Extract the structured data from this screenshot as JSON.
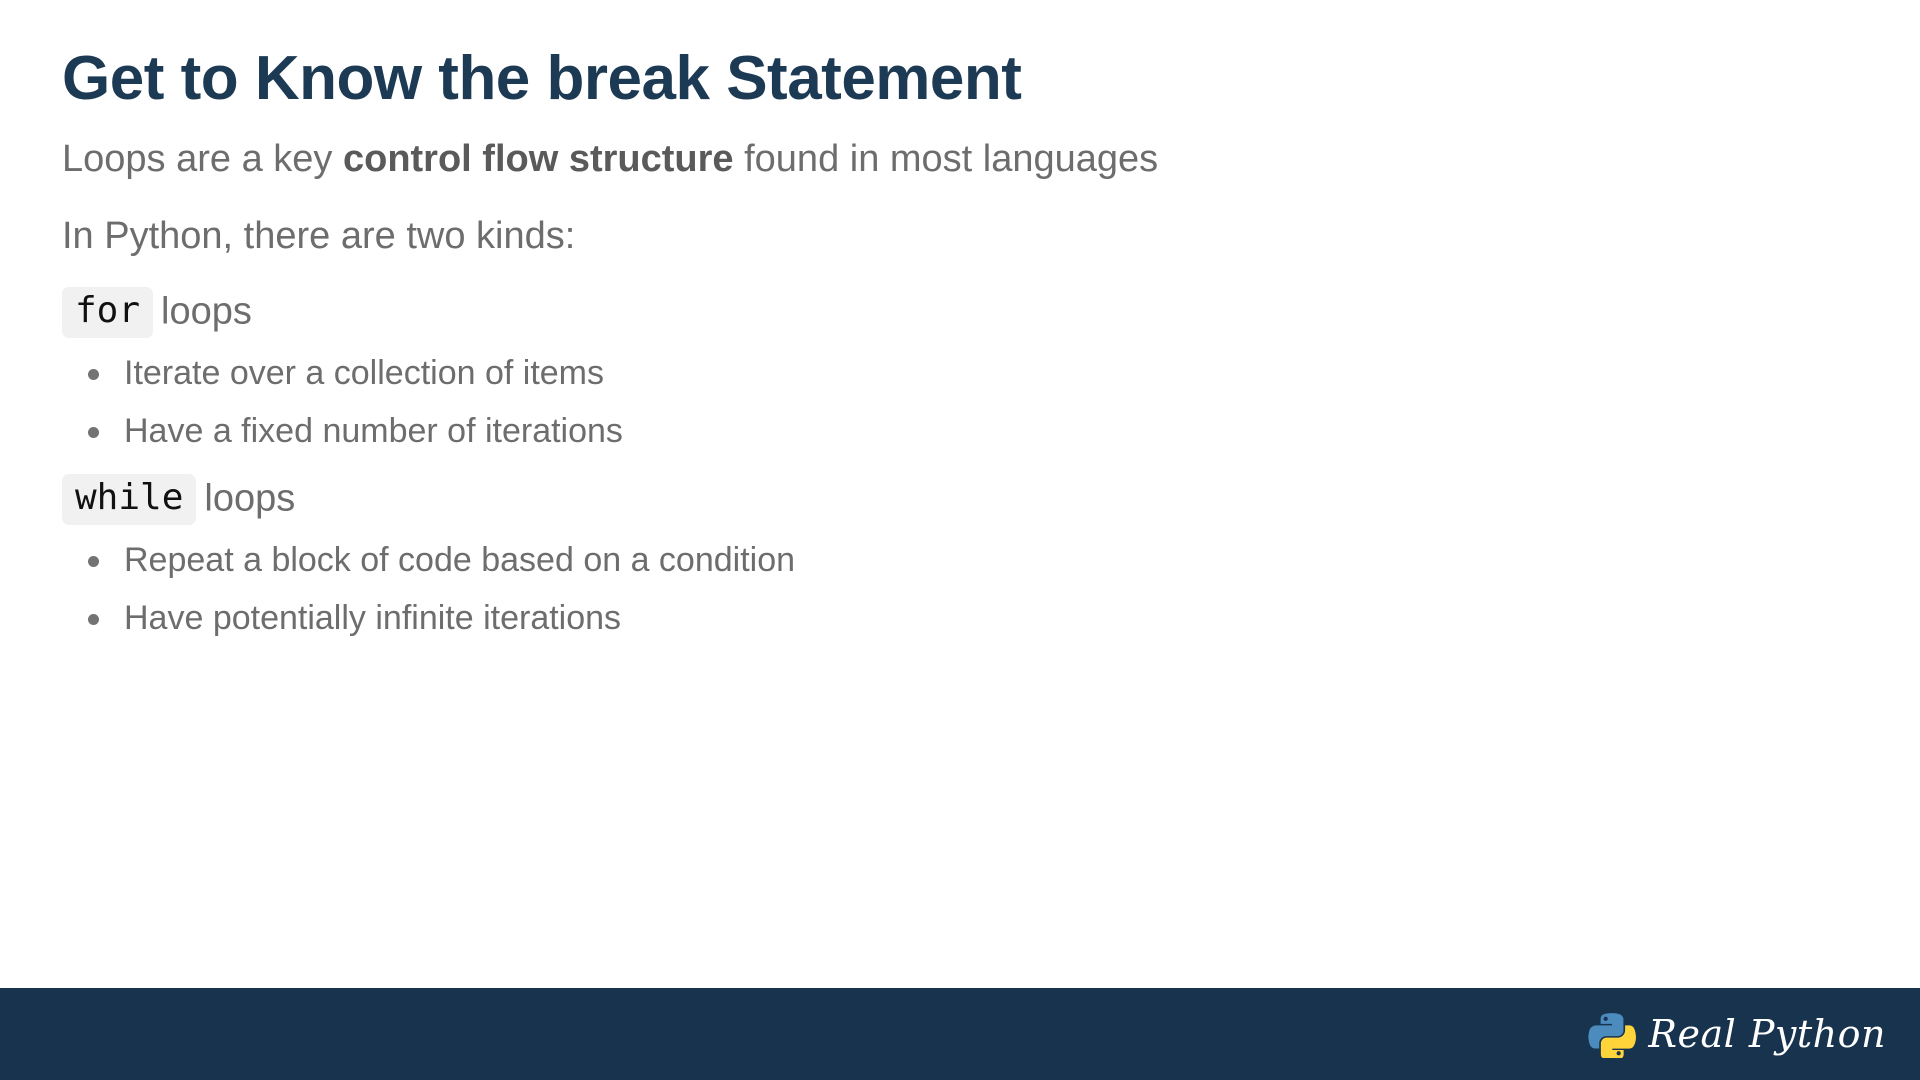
{
  "slide": {
    "title": "Get to Know the break Statement",
    "lead": {
      "before": "Loops are a key ",
      "bold": "control flow structure",
      "after": " found in most languages"
    },
    "kinds_line": "In Python, there are two kinds:",
    "groups": [
      {
        "code": "for",
        "label": "loops",
        "bullets": [
          "Iterate over a collection of items",
          "Have a fixed number of iterations"
        ]
      },
      {
        "code": "while",
        "label": "loops",
        "bullets": [
          "Repeat a block of code based on a condition",
          "Have potentially infinite iterations"
        ]
      }
    ]
  },
  "footer": {
    "brand_name": "Real Python",
    "logo_icon": "python-logo-icon",
    "bar_color": "#17334d",
    "python_blue": "#4B8BBE",
    "python_yellow": "#FFD43B"
  },
  "colors": {
    "title": "#1d3a54",
    "body_text": "#6d6d6d",
    "bold_text": "#5a5a5a",
    "code_text": "#111111",
    "code_background": "#f1f1f1",
    "bullet_dot": "#737373",
    "background": "#ffffff"
  }
}
